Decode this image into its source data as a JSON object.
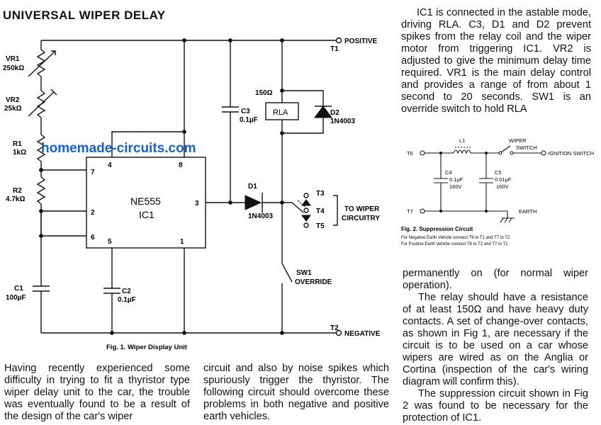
{
  "title": "UNIVERSAL WIPER DELAY",
  "watermark": "homemade-circuits.com",
  "right_column": {
    "p1": "IC1 is connected in the astable mode, driving RLA. C3, D1 and D2 prevent spikes from the relay coil and the wiper motor from triggering IC1. VR2 is adjusted to give the minimum delay time required. VR1 is the main delay control and provides a range of from about 1 second to 20 seconds. SW1 is an override switch to hold RLA",
    "p2": "permanently on (for normal wiper operation).",
    "p3": "The relay should have a resistance of at least 150Ω and have heavy duty contacts. A set of change-over contacts, as shown in Fig 1, are necessary if the circuit is to be used on a car whose wipers are wired as on the Anglia or Cortina (inspection of the car's wiring diagram will confirm this).",
    "p4": "The suppression circuit shown in Fig 2 was found to be necessary for the protection of IC1."
  },
  "bottom_left": "Having recently experienced some difficulty in trying to fit a thyristor type wiper delay unit to the car, the trouble was eventually found to be a result of the design of the car's wiper",
  "bottom_middle": "circuit and also by noise spikes which spuriously trigger the thyristor. The following circuit should overcome these problems in both negative and positive earth vehicles.",
  "fig1": {
    "caption": "Fig. 1. Wiper Display Unit",
    "vr1": "VR1",
    "vr1_val": "250kΩ",
    "vr2": "VR2",
    "vr2_val": "25kΩ",
    "r1": "R1",
    "r1_val": "1kΩ",
    "r2": "R2",
    "r2_val": "4.7kΩ",
    "c1": "C1",
    "c1_val": "100µF",
    "c2": "C2",
    "c2_val": "0.1µF",
    "c3": "C3",
    "c3_val": "0.1µF",
    "ic_name": "NE555",
    "ic_ref": "IC1",
    "pin4": "4",
    "pin8": "8",
    "pin7": "7",
    "pin2": "2",
    "pin6": "6",
    "pin5": "5",
    "pin1": "1",
    "pin3": "3",
    "d1": "D1",
    "d1_val": "1N4003",
    "d2": "D2",
    "d2_val": "1N4003",
    "relay_res": "150Ω",
    "relay": "RLA",
    "t1": "T1",
    "t2": "T2",
    "t3": "T3",
    "t4": "T4",
    "t5": "T5",
    "positive": "POSITIVE",
    "negative": "NEGATIVE",
    "wiper_a": "TO WIPER",
    "wiper_b": "CIRCUITRY",
    "sw1": "SW1",
    "sw1_name": "OVERRIDE"
  },
  "fig2": {
    "caption": "Fig. 2. Suppression Circuit",
    "t6": "T6",
    "t7": "T7",
    "l1": "L1",
    "c4": "C4",
    "c4_val": "0.1µF",
    "c4_v": "160V",
    "c5": "C5",
    "c5_val": "0.01µF",
    "c5_v": "160V",
    "wiper": "WIPER",
    "switch": "SWITCH",
    "ignition": "IGNITION SWITCH",
    "earth": "EARTH",
    "note1": "For Negative Earth Vehicle connect T6 to T1 and T7 to T2",
    "note2": "For Positive Earth Vehicle connect T6 to T2 and T7 to T1"
  }
}
